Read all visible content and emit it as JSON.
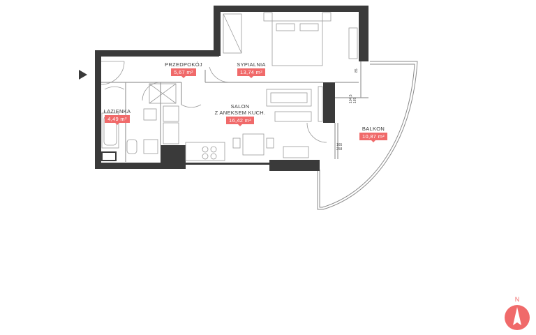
{
  "rooms": {
    "przedpokoj": {
      "name": "PRZEDPOKÓJ",
      "area": "5,67 m²"
    },
    "sypialnia": {
      "name": "SYPIALNIA",
      "area": "13,74 m²"
    },
    "lazienka": {
      "name": "ŁAZIENKA",
      "area": "4,49 m²"
    },
    "salon": {
      "name": "SALON\nZ ANEKSEM KUCH.",
      "area": "16,42 m²"
    },
    "balkon": {
      "name": "BALKON",
      "area": "10,87 m²"
    }
  },
  "dimensions": {
    "window_1": "104,5\n165",
    "window_1_small": "85",
    "window_2": "165\n258"
  },
  "compass": {
    "letter": "N",
    "icon": "north-arrow-icon"
  },
  "colors": {
    "wall": "#3a3a3a",
    "accent": "#f06a6a",
    "fixture_line": "#9a9a9a"
  }
}
